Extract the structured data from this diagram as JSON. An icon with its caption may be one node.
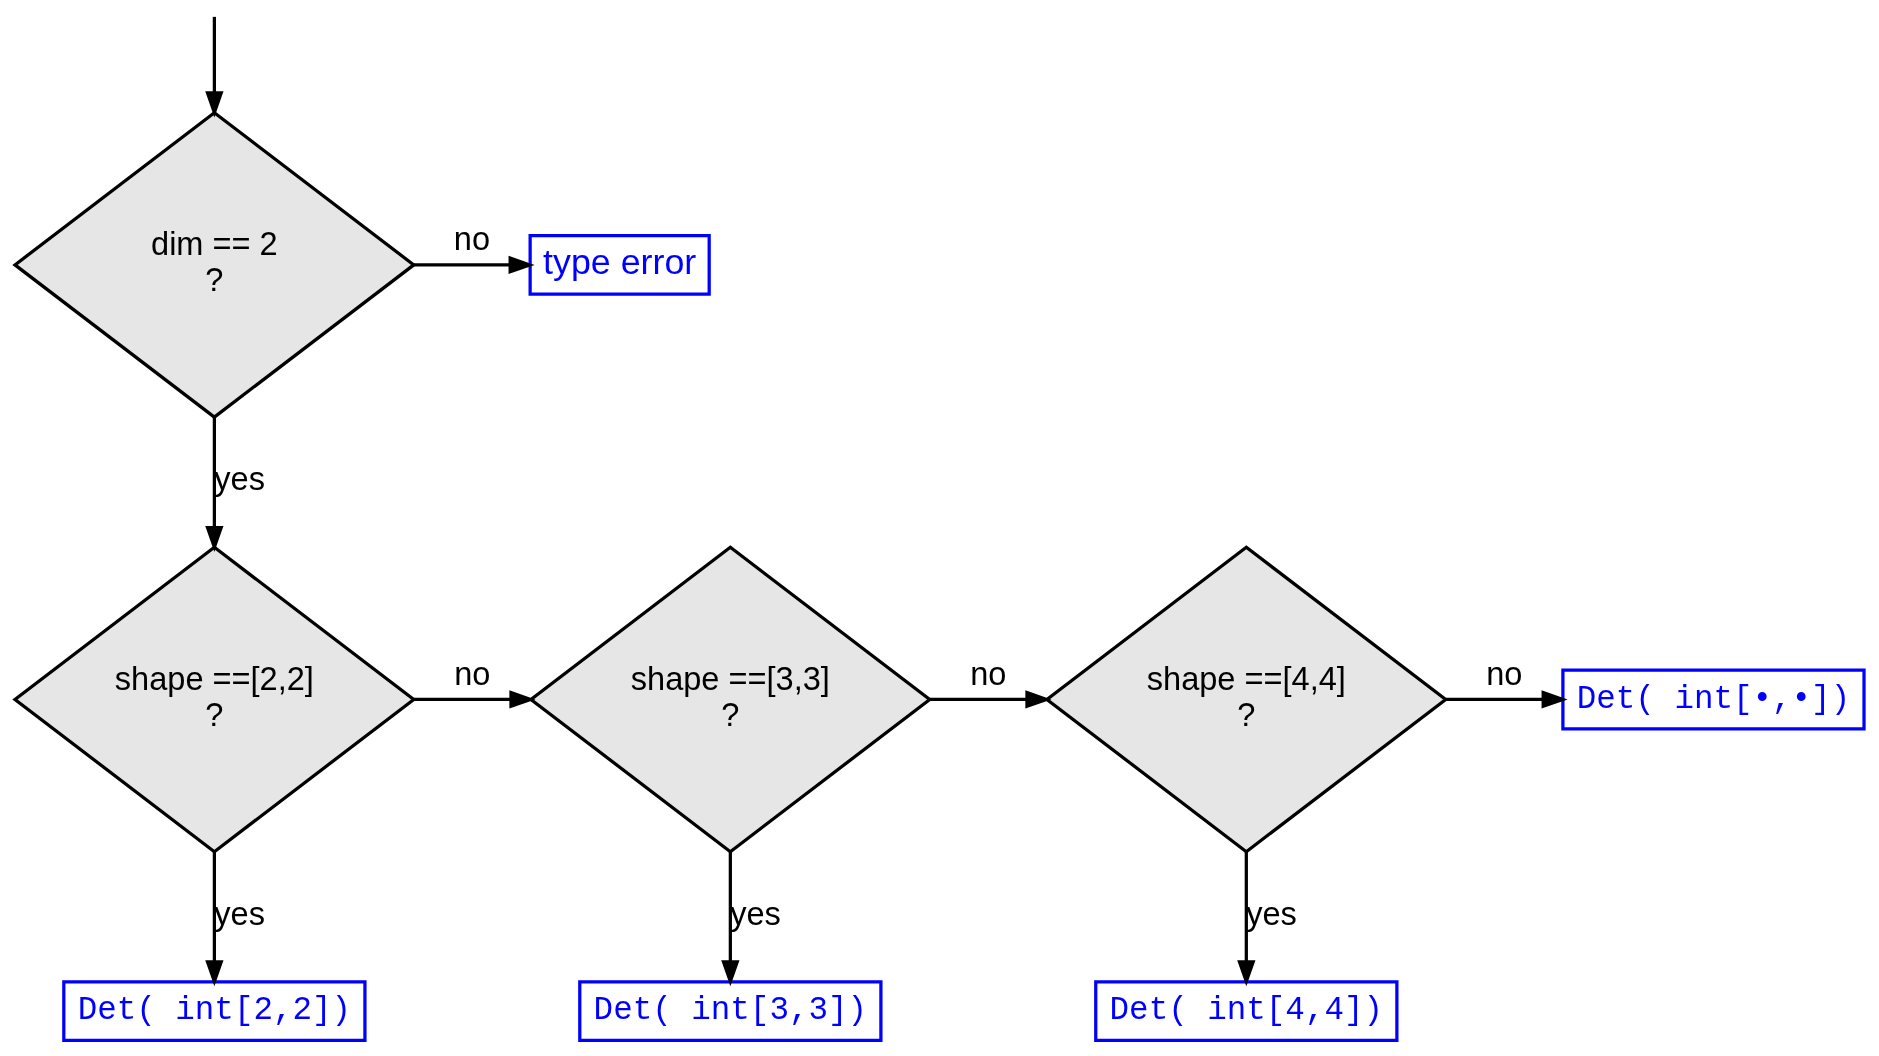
{
  "diagram": {
    "nodes": [
      {
        "text": [
          "dim == 2",
          "?"
        ]
      },
      {
        "text": [
          "type error"
        ]
      },
      {
        "text": [
          "shape ==[2,2]",
          "?"
        ]
      },
      {
        "text": [
          "shape ==[3,3]",
          "?"
        ]
      },
      {
        "text": [
          "shape ==[4,4]",
          "?"
        ]
      },
      {
        "text": [
          "Det( int[•,•])"
        ]
      },
      {
        "text": [
          "Det( int[2,2])"
        ]
      },
      {
        "text": [
          "Det( int[3,3])"
        ]
      },
      {
        "text": [
          "Det( int[4,4])"
        ]
      }
    ],
    "edges": [
      {
        "from": null,
        "to": 0,
        "arrow": "to"
      },
      {
        "from": 0,
        "to": 1,
        "label": "no",
        "arrow": "to"
      },
      {
        "from": 0,
        "to": 2,
        "label": "yes",
        "arrow": "to"
      },
      {
        "from": 2,
        "to": 3,
        "label": "no",
        "arrow": "to"
      },
      {
        "from": 3,
        "to": 4,
        "label": "no",
        "arrow": "to"
      },
      {
        "from": 4,
        "to": 5,
        "label": "no",
        "arrow": "to"
      },
      {
        "from": 2,
        "to": 6,
        "label": "yes",
        "arrow": "to"
      },
      {
        "from": 3,
        "to": 7,
        "label": "yes",
        "arrow": "to"
      },
      {
        "from": 4,
        "to": 8,
        "label": "yes",
        "arrow": "to"
      }
    ]
  }
}
